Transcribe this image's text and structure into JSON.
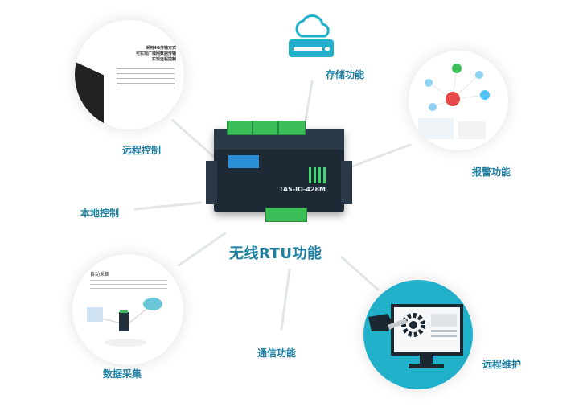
{
  "center": {
    "title": "无线RTU功能"
  },
  "features": {
    "storage": "存储功能",
    "alarm": "报警功能",
    "remote_control": "远程控制",
    "local_control": "本地控制",
    "data_collection": "数据采集",
    "communication": "通信功能",
    "remote_maintenance": "远程维护"
  },
  "device": {
    "model": "TAS-IO-428M"
  },
  "remote_control_panel": {
    "heading": [
      "采用4G传输方式",
      "可实现广域网数据传输",
      "实现远程控制"
    ]
  },
  "data_collection_panel": {
    "heading": "自动采集"
  },
  "colors": {
    "accent": "#1f7fa0",
    "cyan": "#21b0c9",
    "terminal": "#3cbf59"
  }
}
